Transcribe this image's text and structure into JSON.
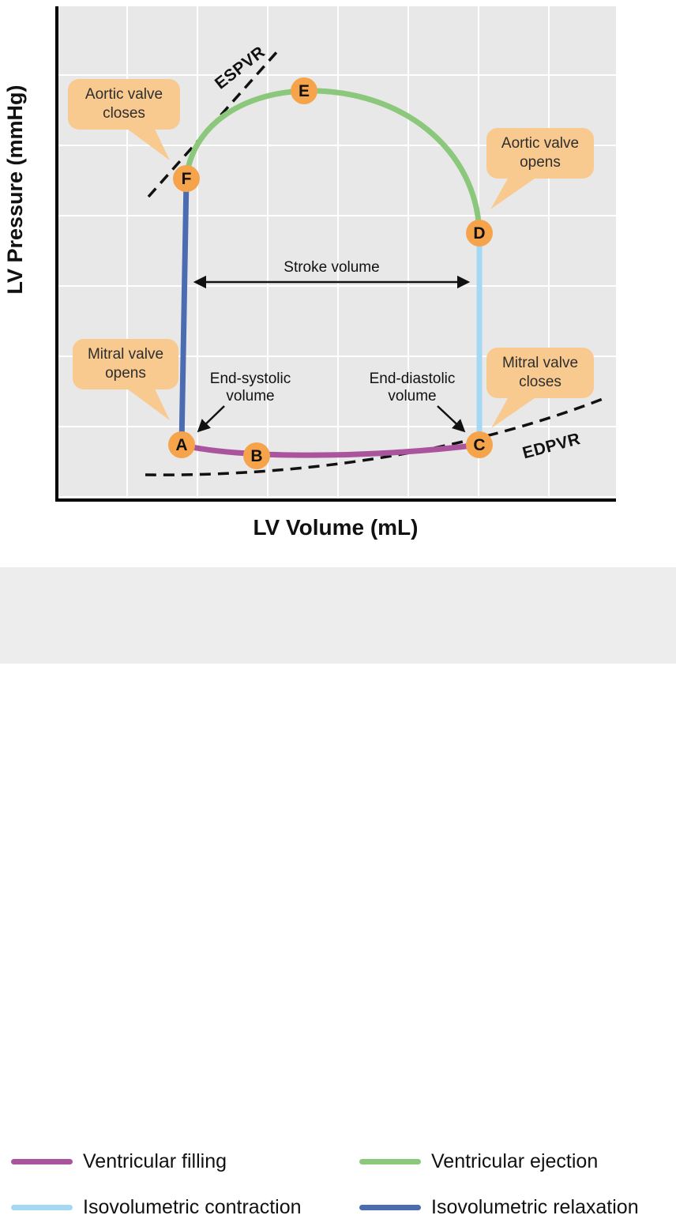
{
  "axes": {
    "y_label": "LV Pressure (mmHg)",
    "x_label": "LV Volume (mL)"
  },
  "colors": {
    "ventricular_filling": "#a9549d",
    "ventricular_ejection": "#8cc87c",
    "isovolumetric_contraction": "#a5d9f3",
    "isovolumetric_relaxation": "#4b6cb0",
    "point_fill": "#f5a44c",
    "point_text": "#3b3b3b",
    "callout_bg": "#f8ca90",
    "line_black": "#111111"
  },
  "points": {
    "A": "A",
    "B": "B",
    "C": "C",
    "D": "D",
    "E": "E",
    "F": "F"
  },
  "callouts": {
    "aortic_closes": {
      "line1": "Aortic valve",
      "line2": "closes"
    },
    "aortic_opens": {
      "line1": "Aortic valve",
      "line2": "opens"
    },
    "mitral_opens": {
      "line1": "Mitral valve",
      "line2": "opens"
    },
    "mitral_closes": {
      "line1": "Mitral valve",
      "line2": "closes"
    }
  },
  "annotations": {
    "espvr": "ESPVR",
    "edpvr": "EDPVR",
    "stroke_volume": "Stroke volume",
    "end_systolic_line1": "End-systolic",
    "end_systolic_line2": "volume",
    "end_diastolic_line1": "End-diastolic",
    "end_diastolic_line2": "volume"
  },
  "legend": {
    "items": [
      {
        "label": "Ventricular filling",
        "color": "#a9549d"
      },
      {
        "label": "Ventricular ejection",
        "color": "#8cc87c"
      },
      {
        "label": "Isovolumetric contraction",
        "color": "#a5d9f3"
      },
      {
        "label": "Isovolumetric relaxation",
        "color": "#4b6cb0"
      }
    ]
  }
}
